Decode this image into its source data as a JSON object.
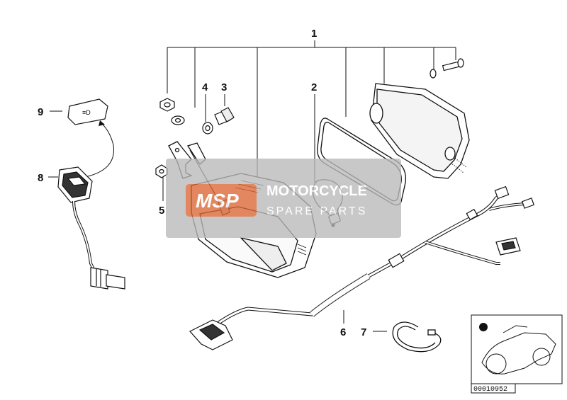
{
  "callouts": {
    "c1": "1",
    "c2": "2",
    "c3": "3",
    "c4": "4",
    "c5": "5",
    "c6": "6",
    "c7": "7",
    "c8": "8",
    "c9": "9"
  },
  "watermark": {
    "logo": "MSP",
    "title": "MOTORCYCLE",
    "subtitle": "SPARE PARTS"
  },
  "reference_number": "00010952",
  "colors": {
    "line": "#111111",
    "watermark_bg": "#b9b9b9",
    "logo_red": "#e2571c"
  }
}
